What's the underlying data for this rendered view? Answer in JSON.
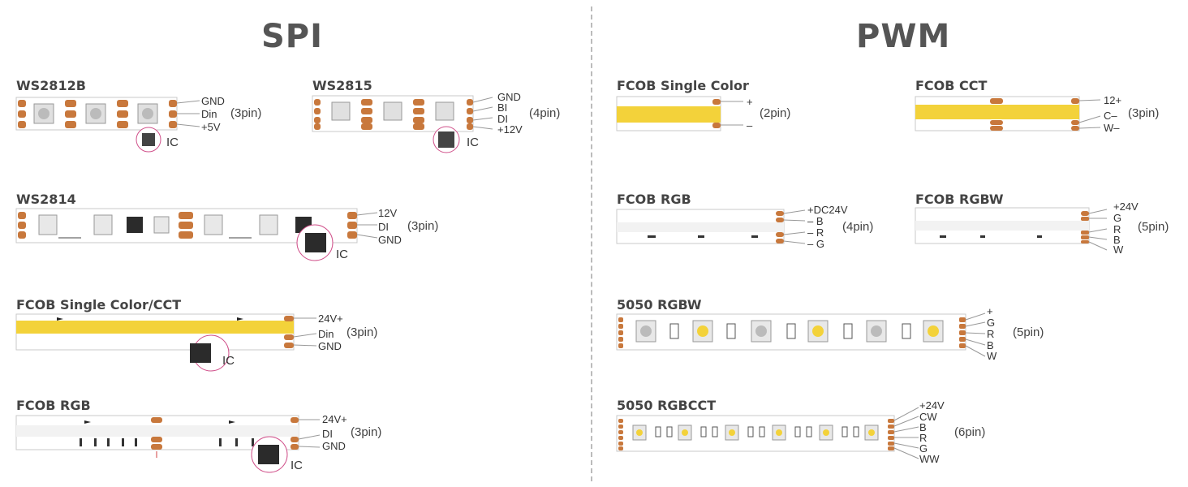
{
  "headings": {
    "spi": "SPI",
    "pwm": "PWM"
  },
  "colors": {
    "copper": "#c8783c",
    "yellow": "#f3d23a",
    "magenta": "#d0508a",
    "chip": "#2b2b2b",
    "strip_border": "#c9c9c9"
  },
  "ic_label": "IC",
  "spi_strips": [
    {
      "name": "WS2812B",
      "pins": [
        "GND",
        "Din",
        "+5V"
      ],
      "pin_count": "(3pin)"
    },
    {
      "name": "WS2815",
      "pins": [
        "GND",
        "BI",
        "DI",
        "+12V"
      ],
      "pin_count": "(4pin)"
    },
    {
      "name": "WS2814",
      "pins": [
        "12V",
        "DI",
        "GND"
      ],
      "pin_count": "(3pin)"
    },
    {
      "name": "FCOB Single Color/CCT",
      "pins": [
        "24V+",
        "Din",
        "GND"
      ],
      "pin_count": "(3pin)"
    },
    {
      "name": "FCOB RGB",
      "pins": [
        "24V+",
        "DI",
        "GND"
      ],
      "pin_count": "(3pin)"
    }
  ],
  "pwm_strips": [
    {
      "name": "FCOB Single Color",
      "pins": [
        "+",
        "–"
      ],
      "pin_count": "(2pin)"
    },
    {
      "name": "FCOB CCT",
      "pins": [
        "12+",
        "C–",
        "W–"
      ],
      "pin_count": "(3pin)"
    },
    {
      "name": "FCOB RGB",
      "pins": [
        "+DC24V",
        "– B",
        "– R",
        "– G"
      ],
      "pin_count": "(4pin)"
    },
    {
      "name": "FCOB RGBW",
      "pins": [
        "+24V",
        "G",
        "R",
        "B",
        "W"
      ],
      "pin_count": "(5pin)"
    },
    {
      "name": "5050 RGBW",
      "pins": [
        "+",
        "G",
        "R",
        "B",
        "W"
      ],
      "pin_count": "(5pin)"
    },
    {
      "name": "5050 RGBCCT",
      "pins": [
        "+24V",
        "CW",
        "B",
        "R",
        "G",
        "WW"
      ],
      "pin_count": "(6pin)"
    }
  ]
}
